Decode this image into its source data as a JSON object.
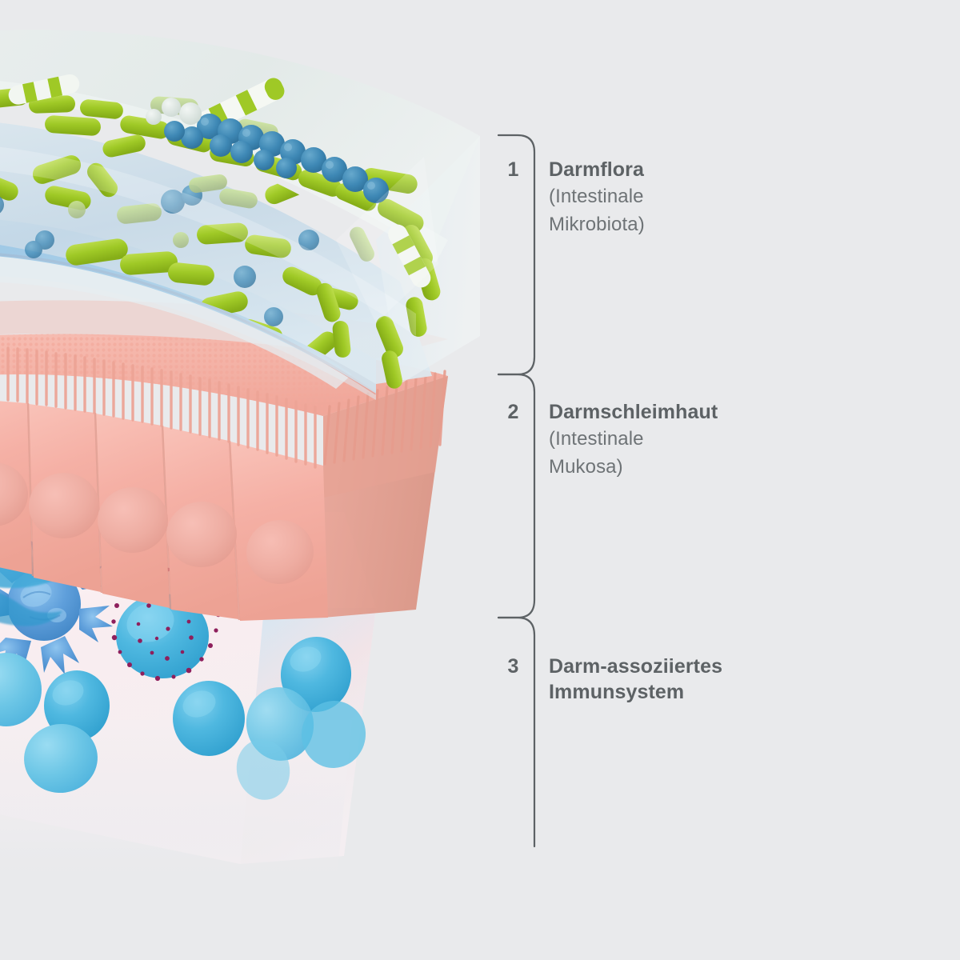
{
  "background_color": "#e9eaec",
  "illustration": {
    "alt_name": "intestinal-barrier-cross-section",
    "layers": [
      {
        "name": "mucus-and-microbiota-layer",
        "description": "Translucent pale blue mucus slab populated with green rod bacteria, blue cocci chains and grey-green rods"
      },
      {
        "name": "epithelium-layer",
        "description": "Row of pink columnar epithelial cells with microvilli brush border and oval nuclei"
      },
      {
        "name": "lamina-propria-immune-layer",
        "description": "Pale pink tissue containing blue lymphocytes, a spiky dendritic cell and magenta cytokine particles"
      }
    ],
    "colors": {
      "bacteria_green": "#9ac624",
      "bacteria_green_light": "#b4d94a",
      "bacteria_grey_green": "#9aa883",
      "cocci_blue": "#3d87b5",
      "mucus_blue": "#c3d6e4",
      "mucus_blue_deep": "#7fb4de",
      "epithelium_pink": "#f5afa4",
      "epithelium_pink_dark": "#e8998e",
      "lymphocyte_blue": "#4fb3dd",
      "dendritic_blue": "#5a9bd8",
      "cytokine_magenta": "#8e1f5c",
      "tissue_pale_pink": "#f7eff1"
    }
  },
  "legend": {
    "bracket_color": "#5d6265",
    "items": [
      {
        "number": "1",
        "title": "Darmflora",
        "subtitle_line1": "(Intestinale",
        "subtitle_line2": "Mikrobiota)"
      },
      {
        "number": "2",
        "title": "Darmschleimhaut",
        "subtitle_line1": "(Intestinale",
        "subtitle_line2": "Mukosa)"
      },
      {
        "number": "3",
        "title": "Darm-assoziiertes",
        "subtitle_line1": "Immunsystem",
        "subtitle_line2": ""
      }
    ]
  }
}
